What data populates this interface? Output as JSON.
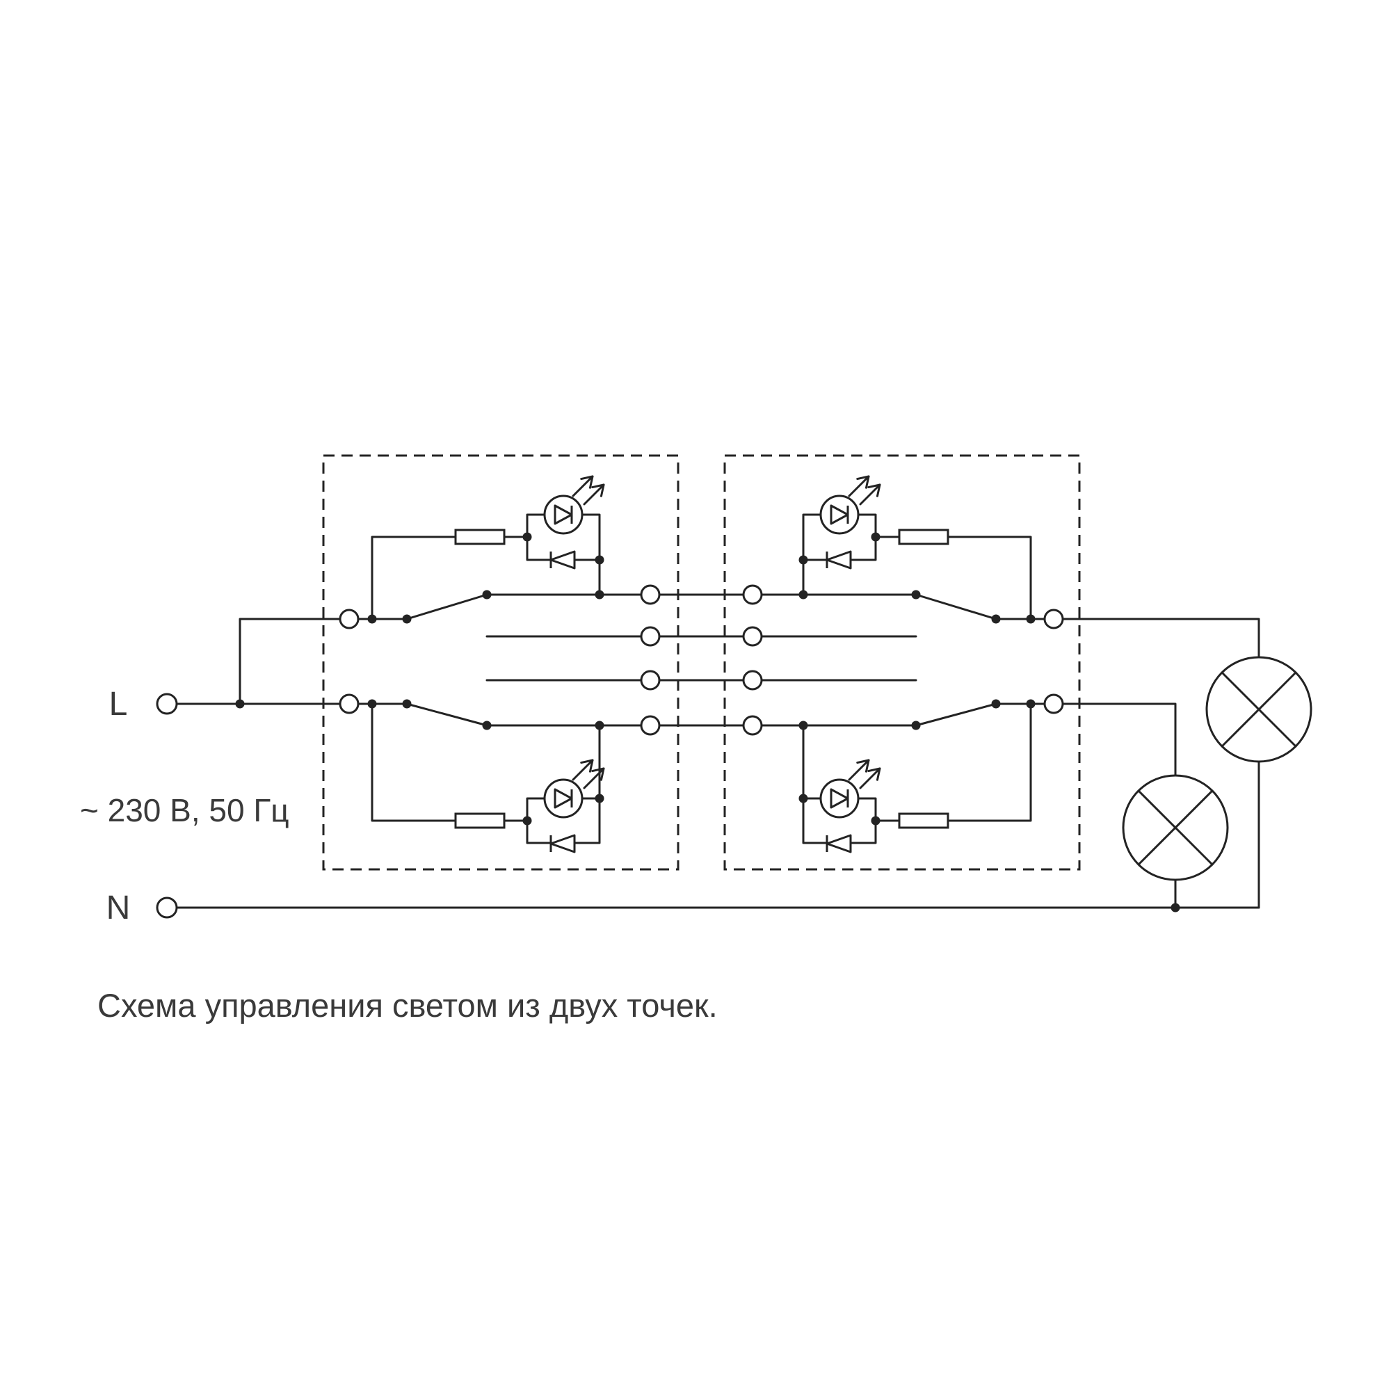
{
  "diagram": {
    "labels": {
      "line_terminal": "L",
      "neutral_terminal": "N",
      "voltage_rating": "~ 230 В, 50 Гц",
      "caption": "Схема управления светом из двух точек."
    },
    "colors": {
      "stroke": "#232323",
      "text": "#3a3a3a",
      "background": "#ffffff"
    },
    "components": {
      "switch_modules": 2,
      "switch_units_per_module": 2,
      "led_indicators": 4,
      "lamps": 2
    }
  }
}
